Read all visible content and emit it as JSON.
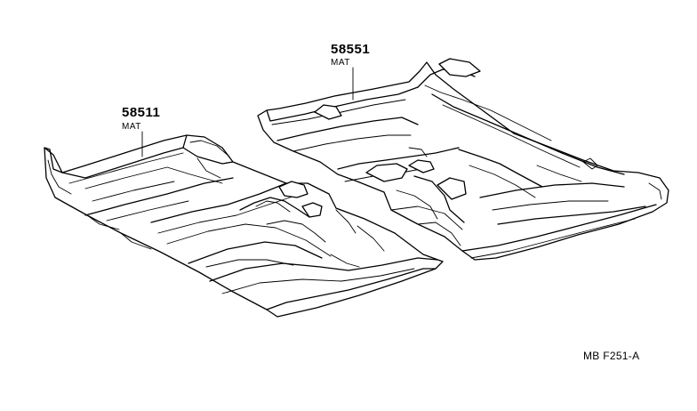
{
  "parts": [
    {
      "part_number": "58511",
      "name": "MAT"
    },
    {
      "part_number": "58551",
      "name": "MAT"
    }
  ],
  "drawing_code": "MB F251-A"
}
